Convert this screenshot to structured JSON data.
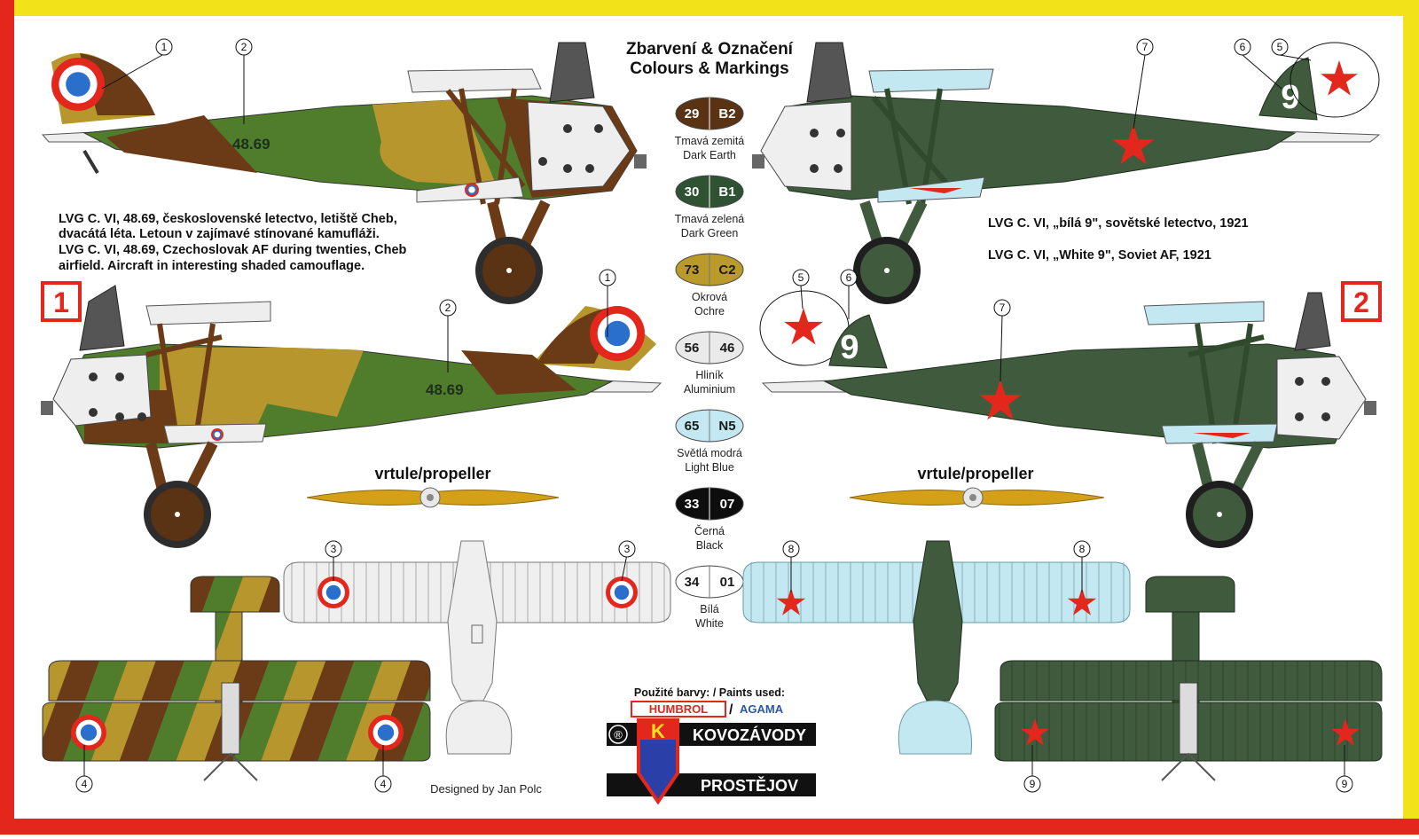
{
  "title": {
    "line1": "Zbarvení & Označení",
    "line2": "Colours & Markings"
  },
  "scheme1": {
    "number": "1",
    "caption": [
      "LVG C. VI, 48.69, československé letectvo, letiště Cheb,",
      "dvacátá léta. Letoun v zajímavé stínované kamufláži.",
      "LVG C. VI, 48.69, Czechoslovak AF during twenties, Cheb",
      "airfield. Aircraft in interesting shaded camouflage."
    ],
    "serial": "48.69"
  },
  "scheme2": {
    "number": "2",
    "caption": [
      "LVG C. VI, „bílá 9\", sovětské letectvo, 1921",
      "LVG C. VI, „White 9\", Soviet AF, 1921"
    ],
    "tail_number": "9"
  },
  "propeller_label": "vrtule/propeller",
  "swatches": [
    {
      "code1": "29",
      "code2": "B2",
      "cz": "Tmavá zemitá",
      "en": "Dark Earth",
      "color": "#5a3314",
      "text": "#ffffff"
    },
    {
      "code1": "30",
      "code2": "B1",
      "cz": "Tmavá zelená",
      "en": "Dark Green",
      "color": "#2f5233",
      "text": "#ffffff"
    },
    {
      "code1": "73",
      "code2": "C2",
      "cz": "Okrová",
      "en": "Ochre",
      "color": "#bb9a2c",
      "text": "#1a1a1a"
    },
    {
      "code1": "56",
      "code2": "46",
      "cz": "Hliník",
      "en": "Aluminium",
      "color": "#eaeaea",
      "text": "#1a1a1a"
    },
    {
      "code1": "65",
      "code2": "N5",
      "cz": "Světlá modrá",
      "en": "Light Blue",
      "color": "#c3e8f2",
      "text": "#1a1a1a"
    },
    {
      "code1": "33",
      "code2": "07",
      "cz": "Černá",
      "en": "Black",
      "color": "#0d0d0d",
      "text": "#ffffff"
    },
    {
      "code1": "34",
      "code2": "01",
      "cz": "Bílá",
      "en": "White",
      "color": "#ffffff",
      "text": "#1a1a1a"
    }
  ],
  "callouts": {
    "s1_top": [
      "1",
      "2"
    ],
    "s1_bottom": [
      "1",
      "2"
    ],
    "s1_upper_wing": [
      "3",
      "3"
    ],
    "s1_lower_wing": [
      "4",
      "4"
    ],
    "s2_top": [
      "7",
      "6",
      "5"
    ],
    "s2_bottom": [
      "5",
      "6",
      "7"
    ],
    "s2_upper_wing": [
      "8",
      "8"
    ],
    "s2_lower_wing": [
      "9",
      "9"
    ]
  },
  "paints_used": {
    "label": "Použité barvy: / Paints used:",
    "brand1": "HUMBROL",
    "brand2": "AGAMA"
  },
  "logo": {
    "line1": "KOVOZÁVODY",
    "line2": "PROSTĚJOV",
    "letter": "K",
    "registered": "®"
  },
  "credit": "Designed by Jan Polc",
  "colors": {
    "border_yellow": "#f2e21a",
    "border_red": "#e3271d",
    "soviet_green": "#3f5a3c",
    "czech_green": "#4f7d2c",
    "brown": "#6b3a17",
    "ochre": "#b8962e",
    "star_red": "#e3271d",
    "roundel_blue": "#2b6fcc",
    "roundel_red": "#e3271d"
  }
}
